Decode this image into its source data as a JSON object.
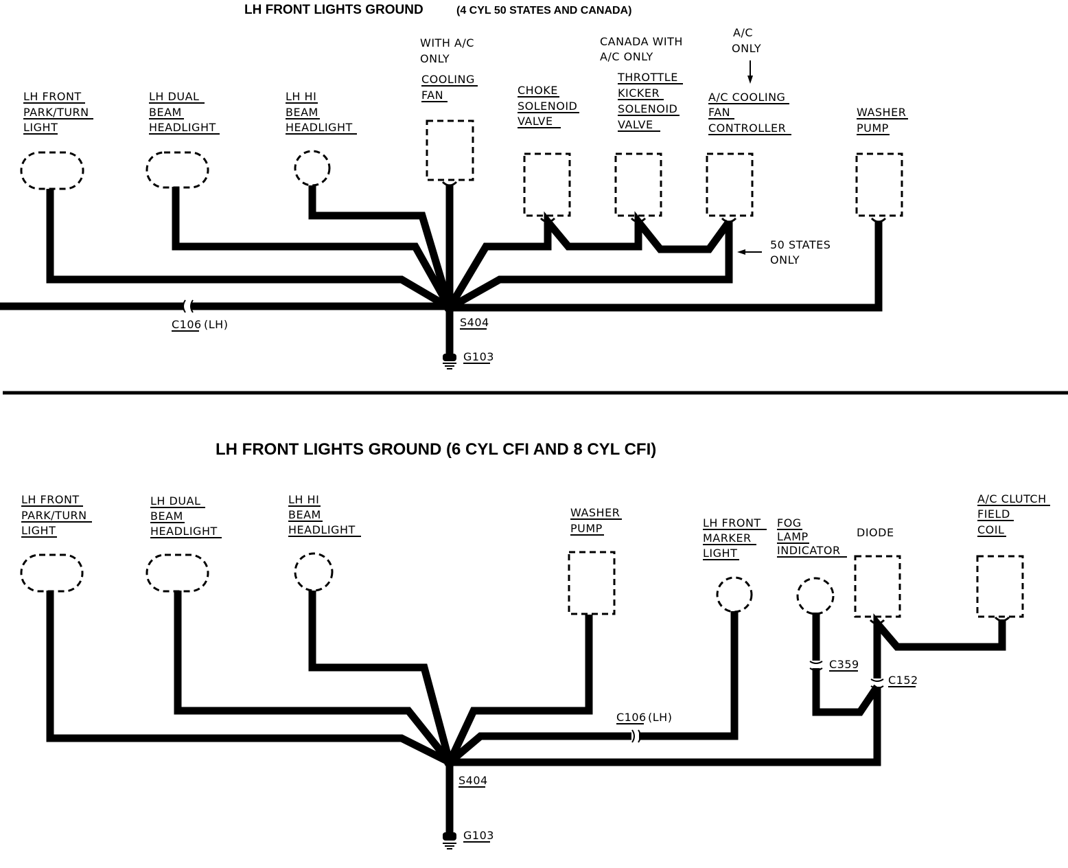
{
  "diagrams": [
    {
      "title_main": "LH FRONT LIGHTS GROUND",
      "title_sub": "(4 CYL 50 STATES AND CANADA)",
      "components": [
        {
          "lines": [
            "LH FRONT",
            "PARK/TURN",
            "LIGHT"
          ]
        },
        {
          "lines": [
            "LH DUAL",
            "BEAM",
            "HEADLIGHT"
          ]
        },
        {
          "lines": [
            "LH HI",
            "BEAM",
            "HEADLIGHT"
          ]
        },
        {
          "note": [
            "WITH A/C",
            "ONLY"
          ],
          "lines": [
            "COOLING",
            "FAN"
          ]
        },
        {
          "lines": [
            "CHOKE",
            "SOLENOID",
            "VALVE"
          ]
        },
        {
          "note": [
            "CANADA WITH",
            "A/C ONLY"
          ],
          "lines": [
            "THROTTLE",
            "KICKER",
            "SOLENOID",
            "VALVE"
          ]
        },
        {
          "note": [
            "A/C",
            "ONLY"
          ],
          "lines": [
            "A/C COOLING",
            "FAN",
            "CONTROLLER"
          ]
        },
        {
          "lines": [
            "WASHER",
            "PUMP"
          ]
        }
      ],
      "note_50_states": [
        "50 STATES",
        "ONLY"
      ],
      "connector": "C106",
      "connector_suffix": "(LH)",
      "splice": "S404",
      "ground": "G103"
    },
    {
      "title": "LH FRONT LIGHTS GROUND (6 CYL CFI AND 8 CYL CFI)",
      "components": [
        {
          "lines": [
            "LH FRONT",
            "PARK/TURN",
            "LIGHT"
          ]
        },
        {
          "lines": [
            "LH DUAL",
            "BEAM",
            "HEADLIGHT"
          ]
        },
        {
          "lines": [
            "LH HI",
            "BEAM",
            "HEADLIGHT"
          ]
        },
        {
          "lines": [
            "WASHER",
            "PUMP"
          ]
        },
        {
          "lines": [
            "LH FRONT",
            "MARKER",
            "LIGHT"
          ]
        },
        {
          "lines": [
            "FOG",
            "LAMP",
            "INDICATOR"
          ]
        },
        {
          "lines": [
            "DIODE"
          ]
        },
        {
          "lines": [
            "A/C CLUTCH",
            "FIELD",
            "COIL"
          ]
        }
      ],
      "connector": "C106",
      "connector_suffix": "(LH)",
      "connector_c359": "C359",
      "connector_c152": "C152",
      "splice": "S404",
      "ground": "G103"
    }
  ]
}
